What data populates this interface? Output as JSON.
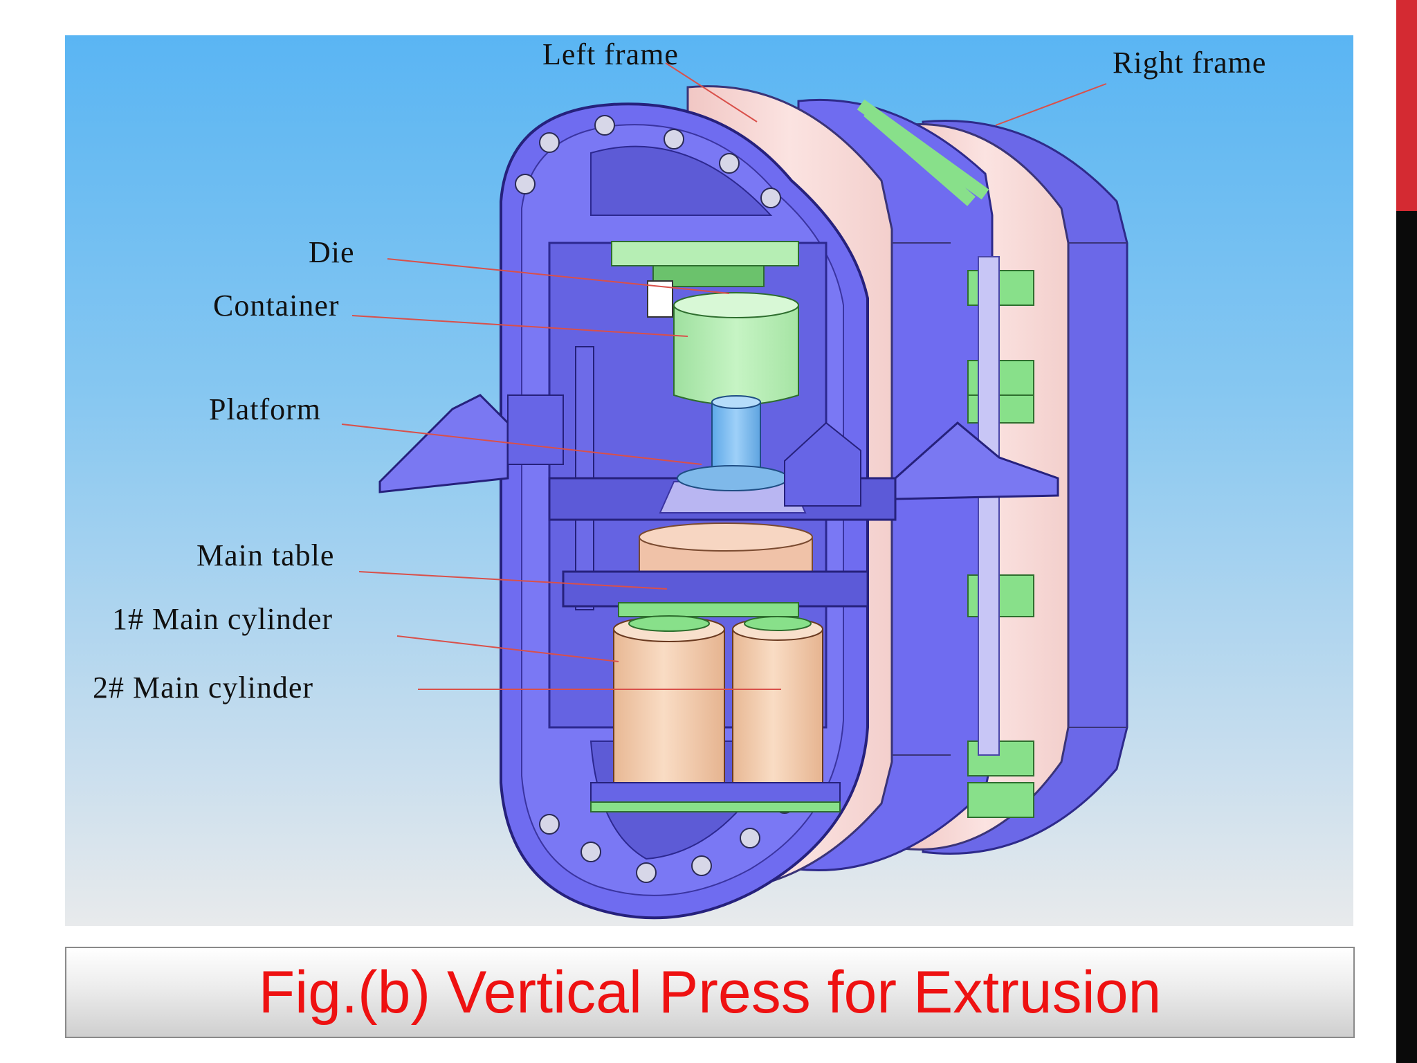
{
  "figure": {
    "labels": {
      "left_frame": "Left frame",
      "right_frame": "Right frame",
      "die": "Die",
      "container": "Container",
      "platform": "Platform",
      "main_table": "Main table",
      "main_cylinder_1": "1# Main cylinder",
      "main_cylinder_2": "2# Main cylinder"
    },
    "colors": {
      "frame_blue": "#6f6cf0",
      "frame_pink": "#f8d8d6",
      "green_part": "#88e08a",
      "container_green": "#b4eeb4",
      "cylinder_peach": "#f3cdb0",
      "leader_line": "#d9504a"
    }
  },
  "caption": {
    "text": "Fig.(b) Vertical Press for Extrusion",
    "color": "#ee1111"
  },
  "slide": {
    "accent_color": "#d42a32"
  }
}
